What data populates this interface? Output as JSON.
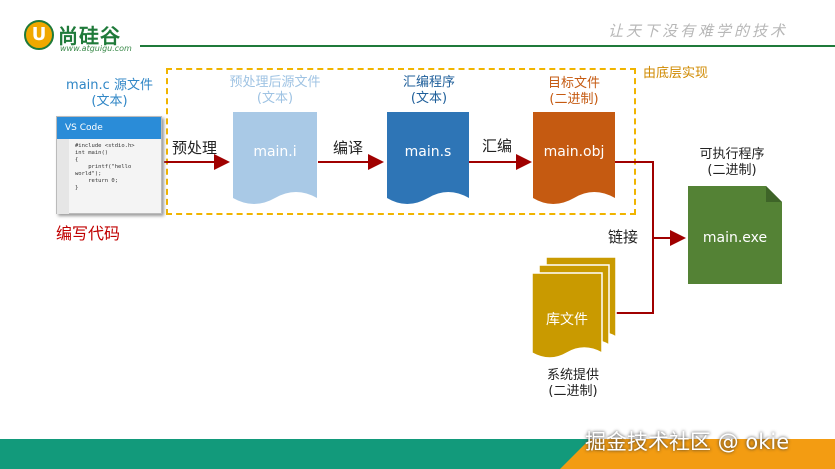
{
  "header": {
    "logo_letter": "U",
    "logo_name": "尚硅谷",
    "logo_url": "www.atguigu.com",
    "slogan": "让天下没有难学的技术"
  },
  "editor": {
    "title": "main.c 源文件",
    "subtitle": "(文本)",
    "window_title": "VS Code",
    "code_lines": [
      "#include <stdio.h>",
      "",
      "int main()",
      "{",
      "    printf(\"hello",
      "world\");",
      "    return 0;",
      "}"
    ],
    "caption": "编写代码"
  },
  "region_label": "由底层实现",
  "steps": [
    {
      "title": "预处理后源文件",
      "subtitle": "(文本)",
      "file": "main.i",
      "color": "#a9c9e6"
    },
    {
      "title": "汇编程序",
      "subtitle": "(文本)",
      "file": "main.s",
      "color": "#2e75b6"
    },
    {
      "title": "目标文件",
      "subtitle": "(二进制)",
      "file": "main.obj",
      "color": "#c55a11"
    }
  ],
  "arrows": {
    "preprocess": "预处理",
    "compile": "编译",
    "assemble": "汇编",
    "link": "链接"
  },
  "library": {
    "file": "库文件",
    "caption": "系统提供",
    "caption_sub": "(二进制)",
    "color": "#c99a00"
  },
  "executable": {
    "title": "可执行程序",
    "subtitle": "(二进制)",
    "file": "main.exe",
    "color": "#548235"
  },
  "footer": {
    "watermark": "掘金技术社区 @ okie"
  },
  "colors": {
    "brand_green": "#1f7a3a",
    "arrow": "#a00000",
    "dashed_border": "#f0b400",
    "footer_teal": "#129a7b",
    "footer_orange": "#f39c12"
  }
}
